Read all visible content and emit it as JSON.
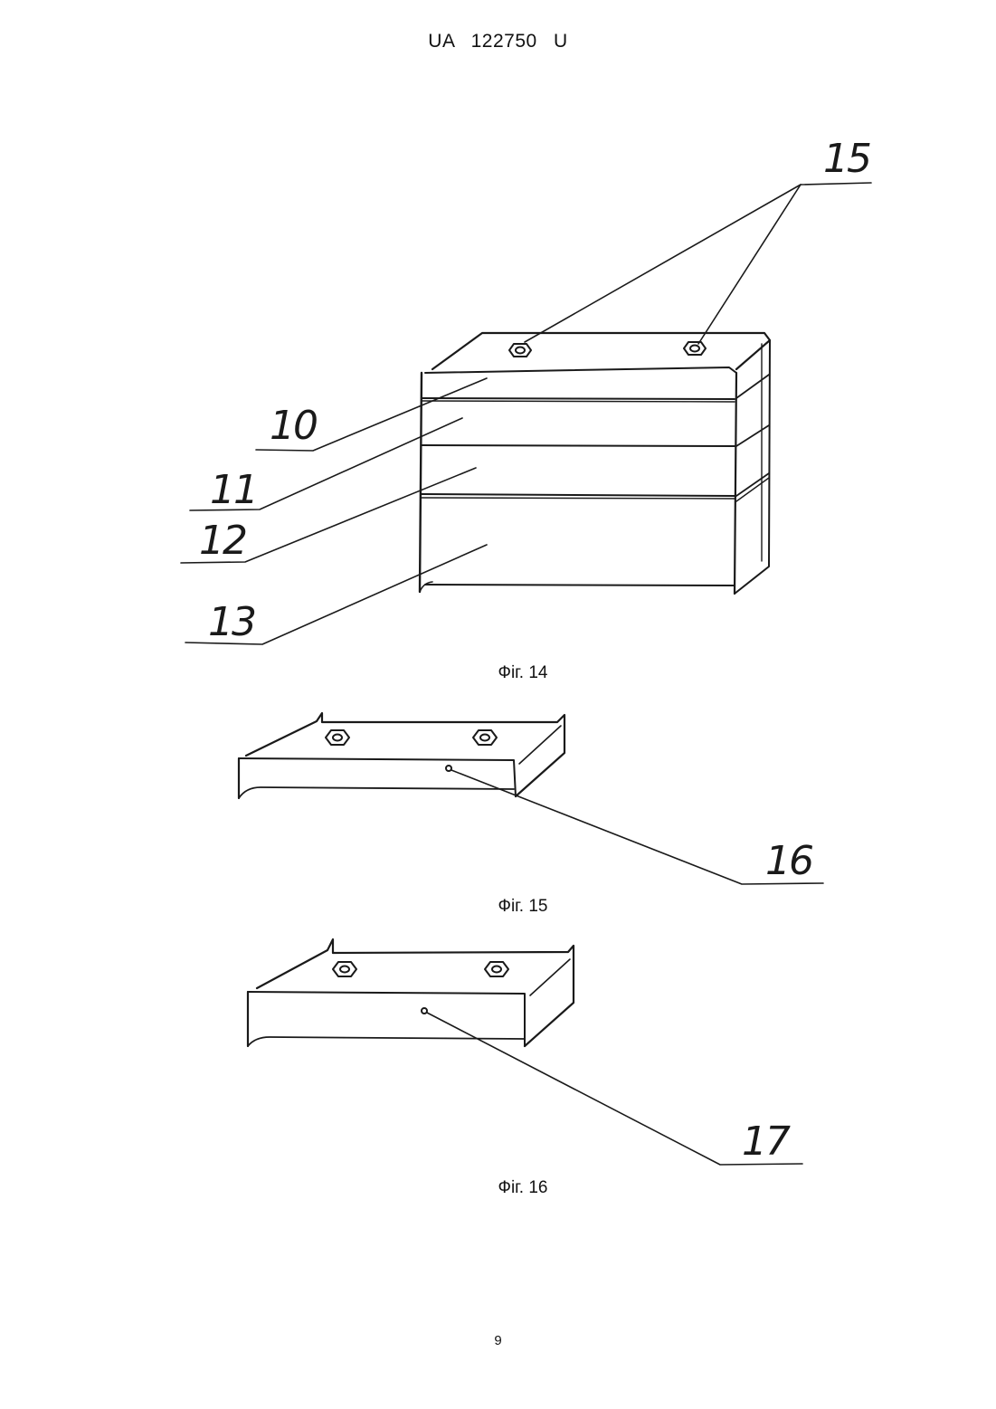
{
  "header": {
    "document_number": "UA 122750 U"
  },
  "figures": [
    {
      "caption": "Фіг. 14",
      "labels": [
        "10",
        "11",
        "12",
        "13",
        "15"
      ]
    },
    {
      "caption": "Фіг. 15",
      "labels": [
        "16"
      ]
    },
    {
      "caption": "Фіг. 16",
      "labels": [
        "17"
      ]
    }
  ],
  "page_number": "9"
}
